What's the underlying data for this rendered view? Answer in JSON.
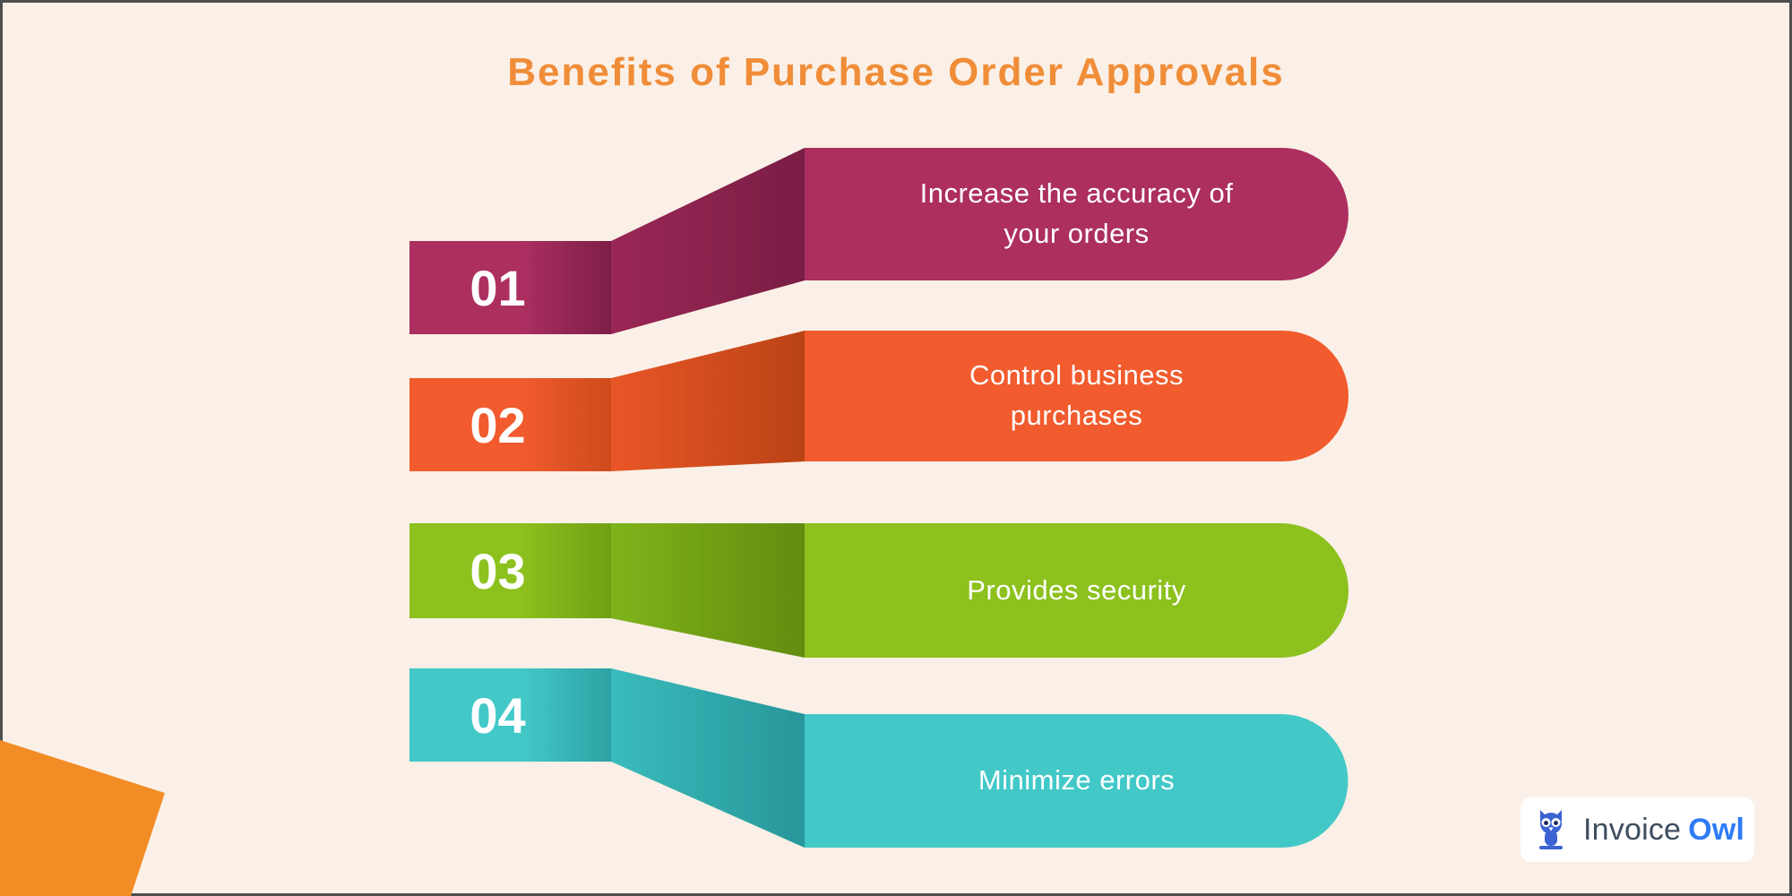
{
  "page": {
    "background_color": "#FAF0E7",
    "border_color": "#4E4E4E"
  },
  "title": {
    "text": "Benefits of Purchase Order Approvals",
    "color": "#F08D38"
  },
  "items": [
    {
      "number": "01",
      "label": "Increase the accuracy of\nyour orders",
      "base_color": "#AC2F60",
      "box_dark_color": "#7E1E47",
      "diag_start_color": "#9A2755",
      "diag_end_color": "#7A1D44"
    },
    {
      "number": "02",
      "label": "Control business\npurchases",
      "base_color": "#F15B2D",
      "box_dark_color": "#CE4B1C",
      "diag_start_color": "#E95627",
      "diag_end_color": "#BA4316"
    },
    {
      "number": "03",
      "label": "Provides security",
      "base_color": "#8CC11E",
      "box_dark_color": "#6FA013",
      "diag_start_color": "#7FB31A",
      "diag_end_color": "#628C0F"
    },
    {
      "number": "04",
      "label": "Minimize errors",
      "base_color": "#43C8C8",
      "box_dark_color": "#2EA2A5",
      "diag_start_color": "#3ABBBC",
      "diag_end_color": "#27969A"
    }
  ],
  "decor": {
    "corner_shape_color": "#F28D26"
  },
  "logo": {
    "name_part1": "Invoice",
    "name_part2": "Owl",
    "owl_icon_color": "#3C63D2",
    "owl_pupil_color": "#16295E",
    "text_color": "#3E4D5E",
    "accent_color": "#2E7BF6"
  }
}
